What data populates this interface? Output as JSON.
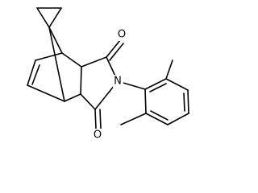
{
  "molecule": {
    "atom_labels": {
      "oxygen_top": "O",
      "oxygen_bottom": "O",
      "nitrogen": "N"
    },
    "colors": {
      "bond": "#000000",
      "background": "#ffffff"
    }
  }
}
